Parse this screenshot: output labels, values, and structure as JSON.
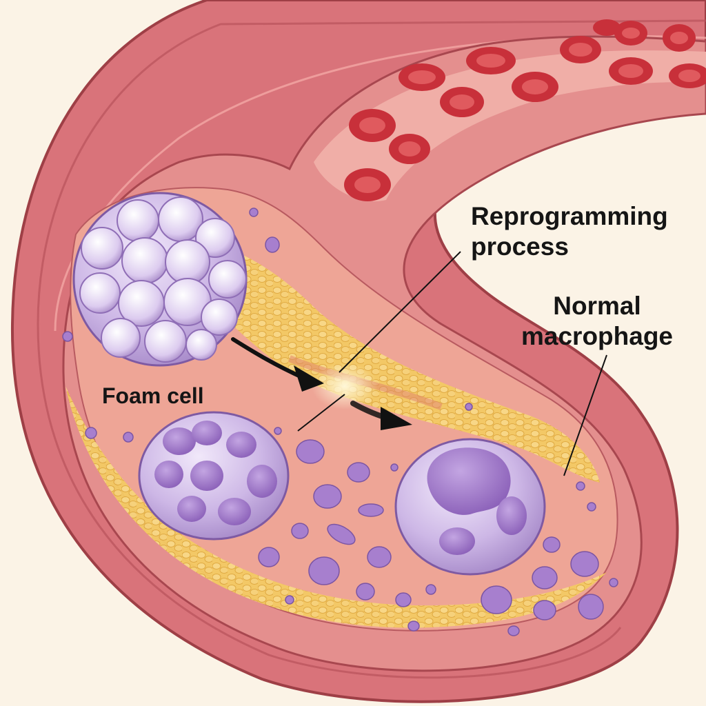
{
  "labels": {
    "reprogramming": {
      "line1": "Reprogramming",
      "line2": "process"
    },
    "normal_macrophage": {
      "line1": "Normal",
      "line2": "macrophage"
    },
    "foam_cell": "Foam cell"
  },
  "colors": {
    "background": "#fbf3e6",
    "vessel_wall": "#d9737a",
    "vessel_outline": "#9e3f46",
    "lumen": "#f2b8ae",
    "plaque_fat": "#f2c85e",
    "cell_purple": "#b99ad6",
    "nucleus": "#9b6fc4",
    "red_blood_cell": "#c8303a",
    "arrow": "#111111"
  }
}
